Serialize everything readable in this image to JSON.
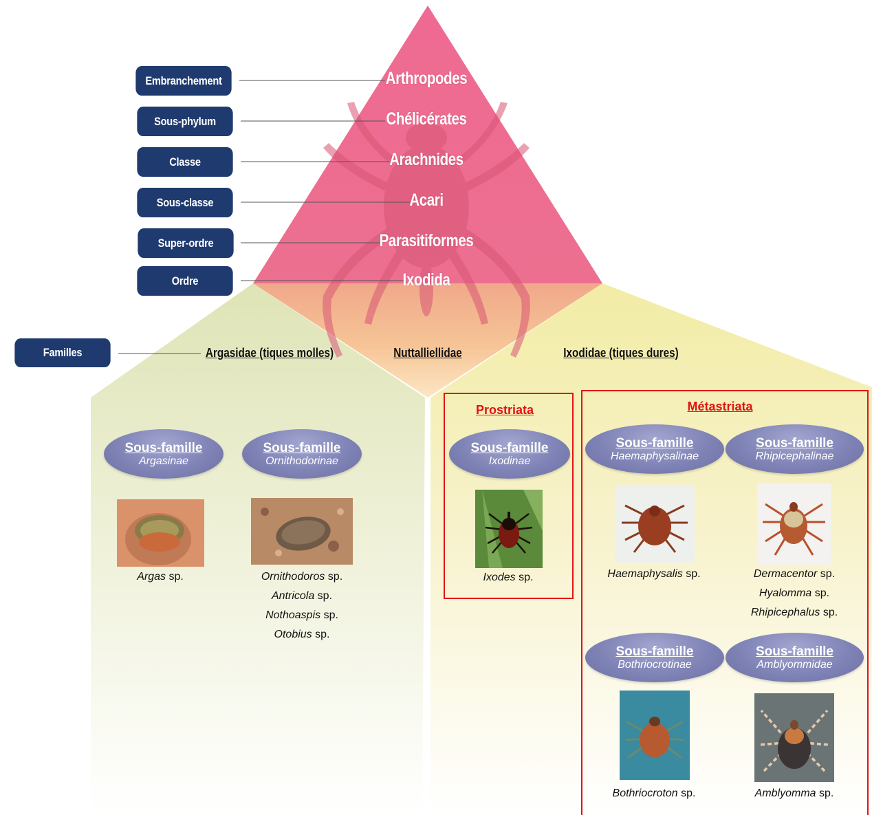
{
  "ranks": [
    {
      "label": "Embranchement",
      "taxon": "Arthropodes"
    },
    {
      "label": "Sous-phylum",
      "taxon": "Chélicérates"
    },
    {
      "label": "Classe",
      "taxon": "Arachnides"
    },
    {
      "label": "Sous-classe",
      "taxon": "Acari"
    },
    {
      "label": "Super-ordre",
      "taxon": "Parasitiformes"
    },
    {
      "label": "Ordre",
      "taxon": "Ixodida"
    }
  ],
  "families_label": "Familles",
  "families": {
    "argasidae": "Argasidae (tiques molles)",
    "nuttalliellidae": "Nuttalliellidae",
    "ixodidae": "Ixodidae (tiques dures)"
  },
  "groups": {
    "prostriata": "Prostriata",
    "metastriata": "Métastriata"
  },
  "subfamilies": [
    {
      "title": "Sous-famille",
      "name": "Argasinae",
      "genera": [
        "Argas"
      ]
    },
    {
      "title": "Sous-famille",
      "name": "Ornithodorinae",
      "genera": [
        "Ornithodoros",
        "Antricola",
        "Nothoaspis",
        "Otobius"
      ]
    },
    {
      "title": "Sous-famille",
      "name": "Ixodinae",
      "genera": [
        "Ixodes"
      ]
    },
    {
      "title": "Sous-famille",
      "name": "Haemaphysalinae",
      "genera": [
        "Haemaphysalis"
      ]
    },
    {
      "title": "Sous-famille",
      "name": "Rhipicephalinae",
      "genera": [
        "Dermacentor",
        "Hyalomma",
        "Rhipicephalus"
      ]
    },
    {
      "title": "Sous-famille",
      "name": "Bothriocrotinae",
      "genera": [
        "Bothriocroton"
      ]
    },
    {
      "title": "Sous-famille",
      "name": "Amblyommidae",
      "genera": [
        "Amblyomma"
      ]
    }
  ],
  "species_suffix": "sp.",
  "colors": {
    "rank_box": "#1f3a6e",
    "pyramid": "#ee6e93",
    "argasidae_bg": "#e6e8c4",
    "ixodidae_bg": "#f6efb4",
    "subfamily_ellipse": "#7f83b6",
    "highlight_red": "#e01414"
  }
}
